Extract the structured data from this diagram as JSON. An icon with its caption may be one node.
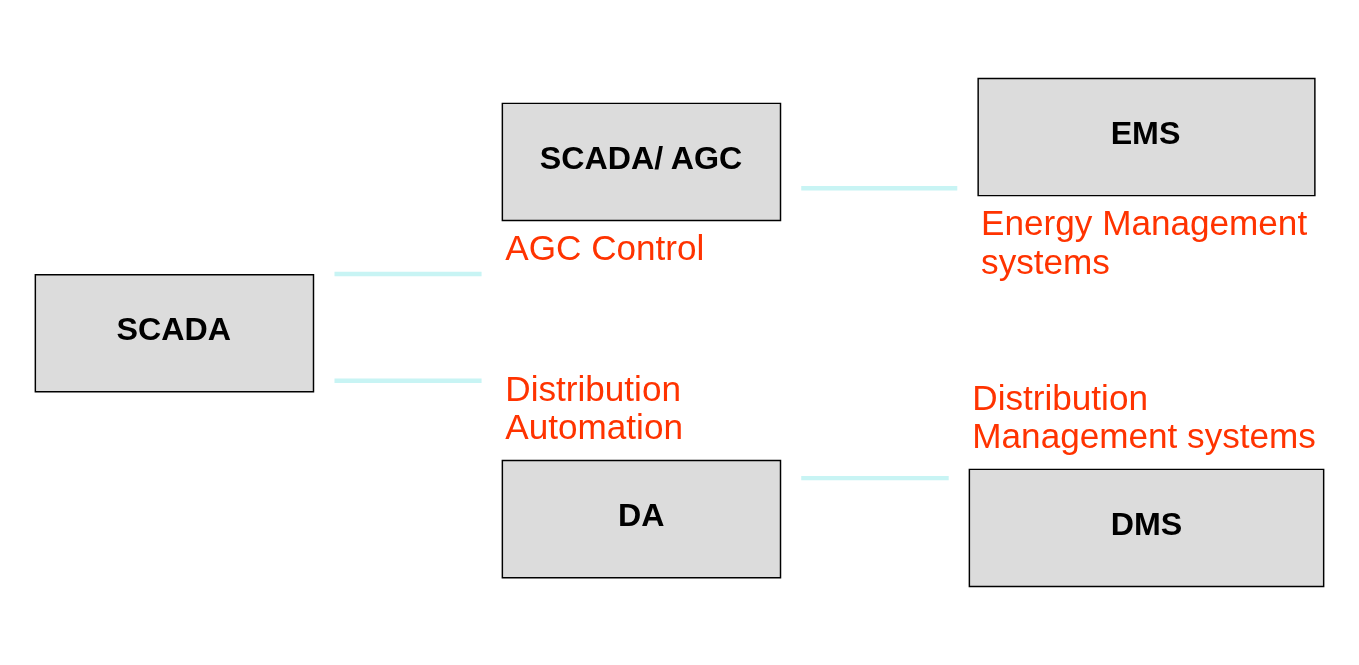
{
  "diagram": {
    "nodes": [
      {
        "text": [
          "SCADA"
        ]
      },
      {
        "text": [
          "SCADA/ AGC"
        ],
        "beside": [
          "AGC Control"
        ]
      },
      {
        "text": [
          "EMS"
        ],
        "beside": [
          "Energy Management systems"
        ]
      },
      {
        "text": [
          "DA"
        ],
        "beside": [
          "Distribution Automation"
        ]
      },
      {
        "text": [
          "DMS"
        ],
        "beside": [
          "Distribution Management systems"
        ]
      }
    ],
    "edges": [
      {
        "from": 0,
        "to": 1,
        "arrow": "none"
      },
      {
        "from": 1,
        "to": 2,
        "arrow": "none"
      },
      {
        "from": 0,
        "to": 3,
        "arrow": "none"
      },
      {
        "from": 3,
        "to": 4,
        "arrow": "none"
      }
    ]
  }
}
